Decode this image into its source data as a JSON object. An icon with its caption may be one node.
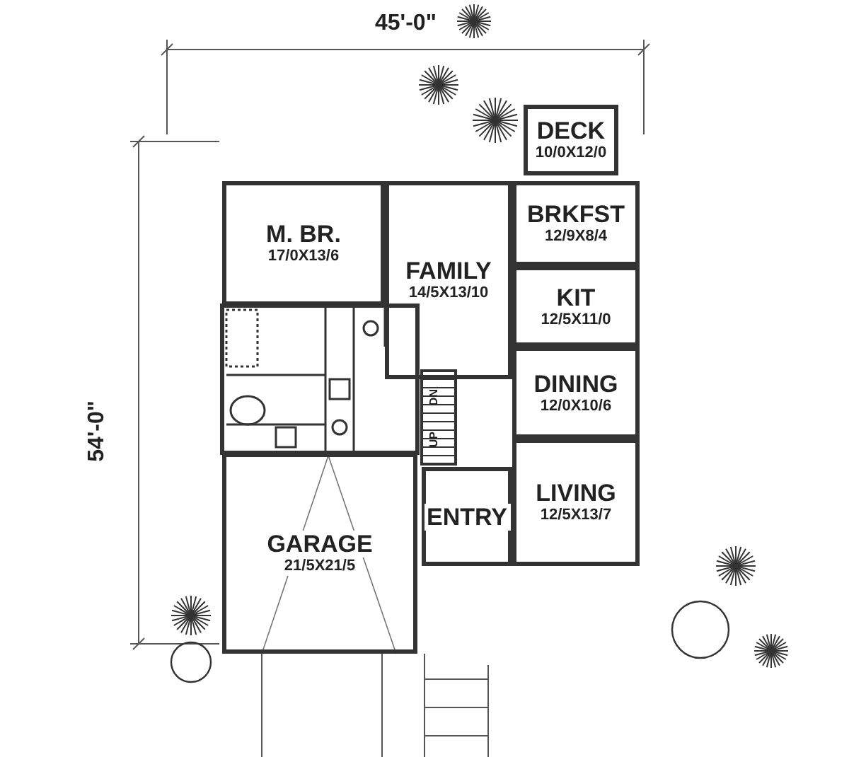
{
  "diagram": {
    "nodes": [
      {
        "text": [
          "DECK",
          "10/0X12/0"
        ]
      },
      {
        "text": [
          "M. BR.",
          "17/0X13/6"
        ]
      },
      {
        "text": [
          "FAMILY",
          "14/5X13/10"
        ]
      },
      {
        "text": [
          "BRKFST",
          "12/9X8/4"
        ]
      },
      {
        "text": [
          "KIT",
          "12/5X11/0"
        ]
      },
      {
        "text": [
          "DINING",
          "12/0X10/6"
        ]
      },
      {
        "text": [
          "LIVING",
          "12/5X13/7"
        ]
      },
      {
        "text": [
          "GARAGE",
          "21/5X21/5"
        ]
      },
      {
        "text": [
          "ENTRY"
        ]
      }
    ],
    "labels": [
      "45'-0\"",
      "54'-0\"",
      "DN",
      "UP"
    ]
  }
}
